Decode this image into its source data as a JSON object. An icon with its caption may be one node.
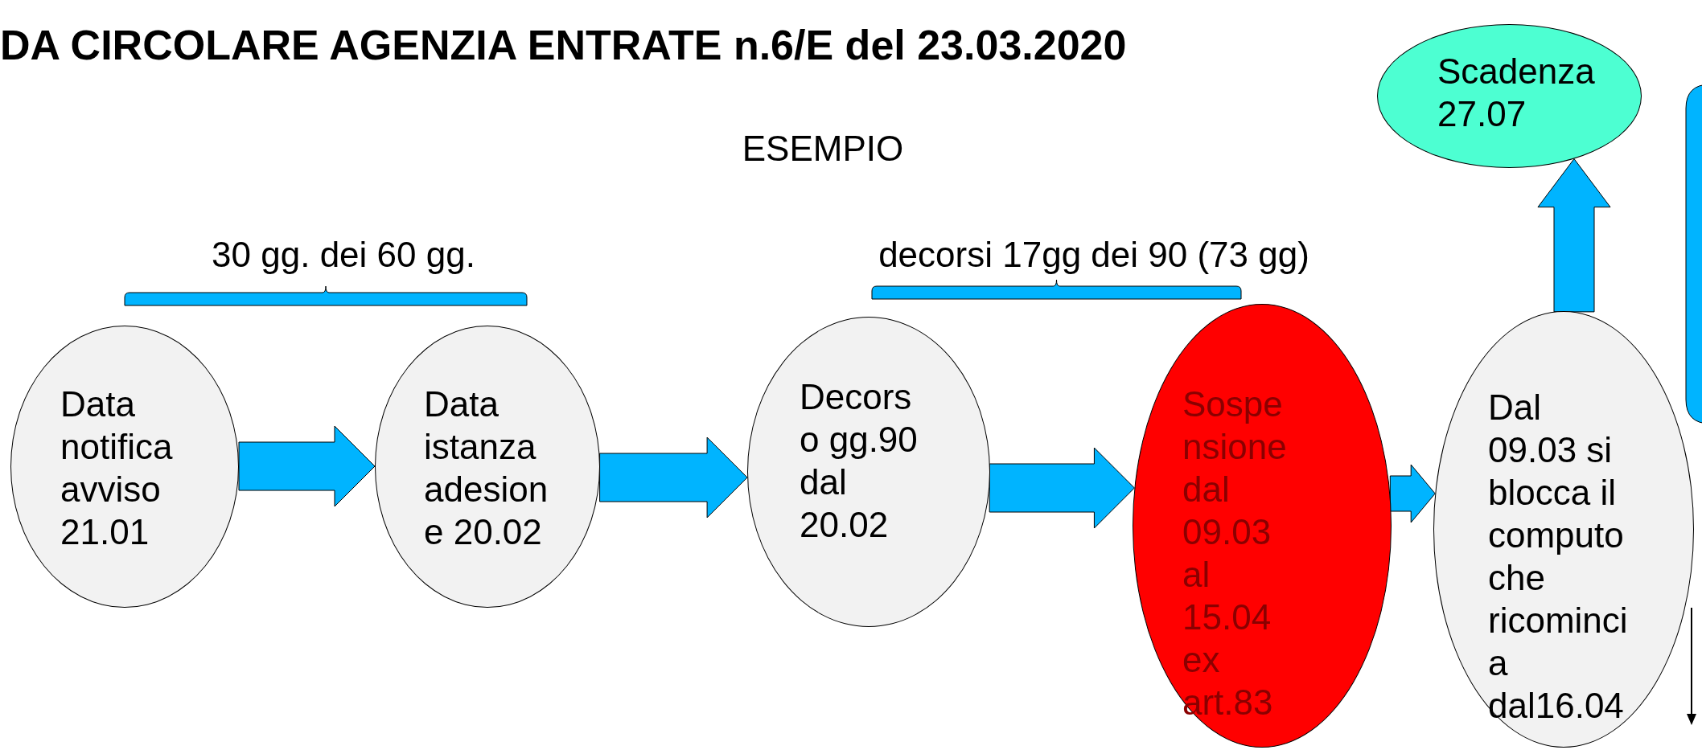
{
  "diagram": {
    "title": "DA CIRCOLARE AGENZIA ENTRATE n.6/E del 23.03.2020",
    "nodes": [
      {
        "text": [
          "Data notifica avviso 21.01"
        ]
      },
      {
        "text": [
          "Data istanza adesione 20.02"
        ]
      },
      {
        "text": [
          "Decorso gg.90 dal 20.02"
        ]
      },
      {
        "text": [
          "Sospensione dal 09.03 al 15.04 ex art.83"
        ]
      },
      {
        "text": [
          "Dal 09.03 si blocca il computo che ricomincia dal16.04"
        ]
      },
      {
        "text": [
          "Scadenza 27.07"
        ]
      },
      {
        "text": [],
        "shape": "bracket",
        "beside": [
          "30 gg. dei 60 gg."
        ]
      },
      {
        "text": [],
        "shape": "bracket",
        "beside": [
          "decorsi 17gg dei 90 (73 gg)"
        ]
      }
    ],
    "edges": [
      {
        "from": 0,
        "to": 1,
        "arrow": "to"
      },
      {
        "from": 1,
        "to": 2,
        "arrow": "to"
      },
      {
        "from": 2,
        "to": 3,
        "arrow": "to"
      },
      {
        "from": 3,
        "to": 4,
        "arrow": "to"
      },
      {
        "from": 4,
        "to": 5,
        "arrow": "to"
      }
    ],
    "labels": [
      "ESEMPIO"
    ]
  }
}
